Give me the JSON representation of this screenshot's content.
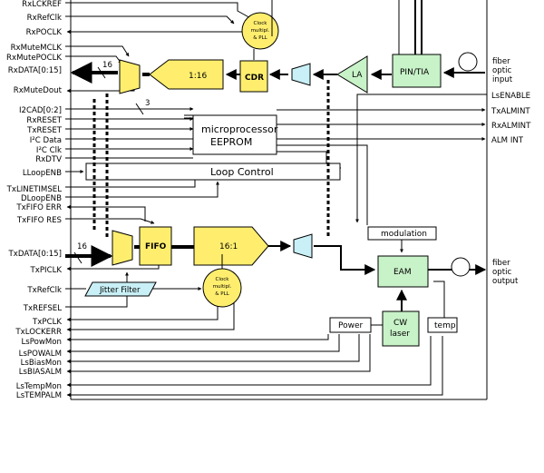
{
  "signals_left": [
    "RxLCKREF",
    "RxRefClk",
    "RxPOCLK",
    "RxMuteMCLK",
    "RxMutePOCLK",
    "RxDATA[0:15]",
    "RxMuteDout",
    "I2CAD[0:2]",
    "RxRESET",
    "TxRESET",
    "I²C Data",
    "I²C Clk",
    "RxDTV",
    "LLoopENB",
    "TxLINETIMSEL",
    "DLoopENB",
    "TxFIFO ERR",
    "TxFIFO RES",
    "TxDATA[0:15]",
    "TxPICLK",
    "TxRefClk",
    "TxREFSEL",
    "TxPCLK",
    "TxLOCKERR",
    "LsPowMon",
    "LsPOWALM",
    "LsBiasMon",
    "LsBIASALM",
    "LsTempMon",
    "LsTEMPALM"
  ],
  "signals_right": [
    "LsENABLE",
    "TxALMINT",
    "RxALMINT",
    "ALM INT"
  ],
  "blocks": {
    "demux": "1:16",
    "cdr": "CDR",
    "la": "LA",
    "pin_tia": "PIN/TIA",
    "clock_rx": [
      "Clock",
      "multipl.",
      "& PLL"
    ],
    "micro": [
      "microprocessor",
      "EEPROM"
    ],
    "loop_control": "Loop Control",
    "fifo": "FIFO",
    "mux": "16:1",
    "modulation": "modulation",
    "eam": "EAM",
    "jitter": "Jitter Filter",
    "clock_tx": [
      "Clock",
      "multipl.",
      "& PLL"
    ],
    "power": "Power",
    "cw_laser": [
      "CW",
      "laser"
    ],
    "temp": "temp"
  },
  "bus_labels": {
    "rx_bus": "16",
    "i2c_bus": "3",
    "tx_bus": "16"
  },
  "fiber_input": [
    "fiber",
    "optic",
    "input"
  ],
  "fiber_output": [
    "fiber",
    "optic",
    "output"
  ],
  "colors": {
    "yellow": "#ffee6e",
    "green": "#c8f2c8",
    "cyan": "#c8f0f6"
  }
}
